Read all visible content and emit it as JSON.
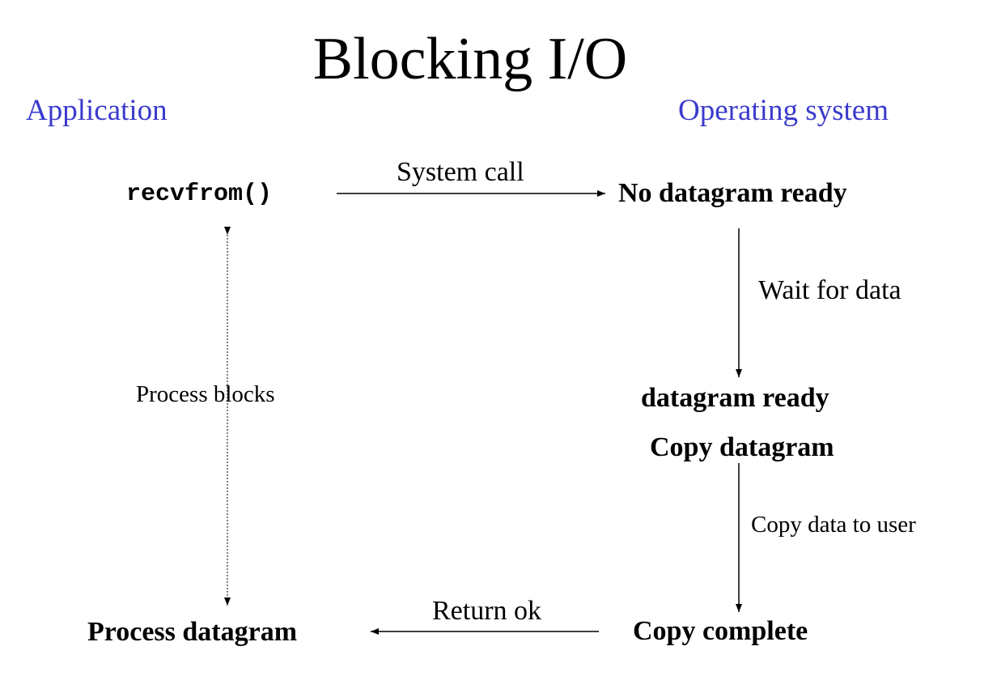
{
  "title": "Blocking I/O",
  "columns": {
    "application": "Application",
    "operating_system": "Operating system"
  },
  "nodes": {
    "recvfrom": "recvfrom()",
    "no_datagram_ready": "No datagram ready",
    "datagram_ready": "datagram ready",
    "copy_datagram": "Copy datagram",
    "copy_complete": "Copy complete",
    "process_datagram": "Process datagram"
  },
  "edges": {
    "system_call": "System call",
    "wait_for_data": "Wait for data",
    "copy_data_to_user": "Copy data to user",
    "return_ok": "Return ok",
    "process_blocks": "Process blocks"
  },
  "colors": {
    "heading": "#3b3bcc",
    "text": "#000000",
    "arrow": "#000000"
  }
}
